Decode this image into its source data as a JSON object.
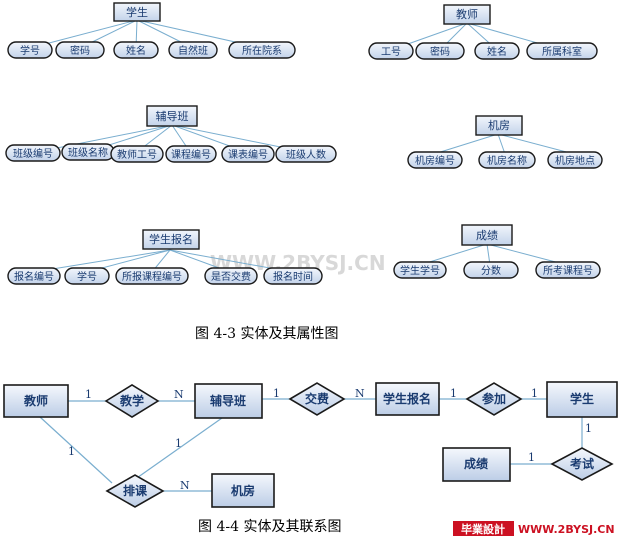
{
  "colors": {
    "line": "#7aaecf",
    "border": "#1a1a1a",
    "entity_fill_top": "#eef3fb",
    "entity_fill_bottom": "#c5d5ec",
    "text": "#1a3b70",
    "logo_red": "#cc1122"
  },
  "attributes_figure": {
    "groups": [
      {
        "entity": "学生",
        "attributes": [
          "学号",
          "密码",
          "姓名",
          "自然班",
          "所在院系"
        ]
      },
      {
        "entity": "教师",
        "attributes": [
          "工号",
          "密码",
          "姓名",
          "所属科室"
        ]
      },
      {
        "entity": "辅导班",
        "attributes": [
          "班级编号",
          "班级名称",
          "教师工号",
          "课程编号",
          "课表编号",
          "班级人数"
        ]
      },
      {
        "entity": "机房",
        "attributes": [
          "机房编号",
          "机房名称",
          "机房地点"
        ]
      },
      {
        "entity": "学生报名",
        "attributes": [
          "报名编号",
          "学号",
          "所报课程编号",
          "是否交费",
          "报名时间"
        ]
      },
      {
        "entity": "成绩",
        "attributes": [
          "学生学号",
          "分数",
          "所考课程号"
        ]
      }
    ],
    "caption": "图 4-3 实体及其属性图"
  },
  "er_figure": {
    "entities": [
      "教师",
      "辅导班",
      "学生报名",
      "学生",
      "成绩",
      "机房"
    ],
    "relationships": [
      {
        "name": "教学",
        "from": "教师",
        "to": "辅导班",
        "from_card": "1",
        "to_card": "N"
      },
      {
        "name": "交费",
        "from": "辅导班",
        "to": "学生报名",
        "from_card": "1",
        "to_card": "N"
      },
      {
        "name": "参加",
        "from": "学生报名",
        "to": "学生",
        "from_card": "1",
        "to_card": "1"
      },
      {
        "name": "考试",
        "from": "学生",
        "to": "成绩",
        "from_card": "1",
        "to_card": "1"
      },
      {
        "name": "排课",
        "from": "教师",
        "to": "机房",
        "from_card": "1",
        "to_card": "N",
        "extra": {
          "with": "辅导班",
          "card": "1"
        }
      }
    ],
    "caption": "图 4-4 实体及其联系图"
  },
  "watermark": {
    "text": "WWW.2BYSJ.CN"
  },
  "logo": {
    "badge": "毕業設計",
    "url": "WWW.2BYSJ.CN"
  }
}
